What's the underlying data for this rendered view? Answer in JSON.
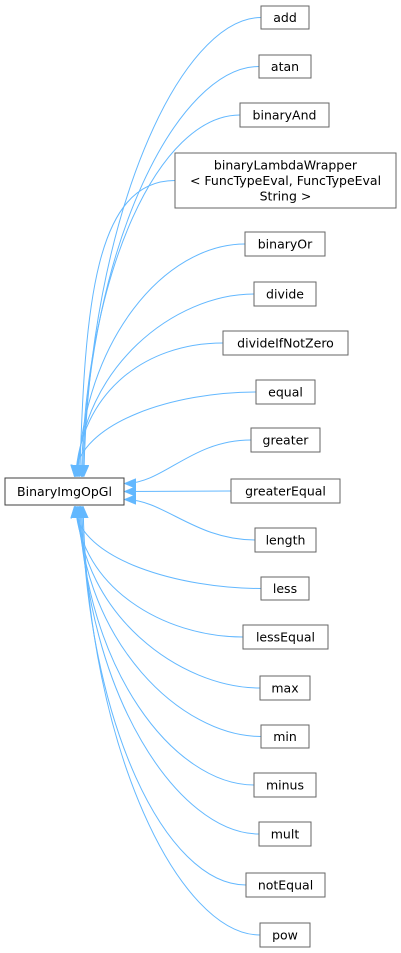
{
  "colors": {
    "edge": "#63b8ff",
    "node_border": "#666666",
    "node_fill": "#ffffff",
    "base_border": "#3f3f3f",
    "text": "#000000"
  },
  "base_class": {
    "name": "BinaryImgOpGl"
  },
  "derived_classes": [
    {
      "id": "add",
      "lines": [
        "add"
      ]
    },
    {
      "id": "atan",
      "lines": [
        "atan"
      ]
    },
    {
      "id": "binaryand",
      "lines": [
        "binaryAnd"
      ]
    },
    {
      "id": "binarylambdawrapper",
      "lines": [
        "binaryLambdaWrapper",
        "< FuncTypeEval, FuncTypeEval",
        "String >"
      ]
    },
    {
      "id": "binaryor",
      "lines": [
        "binaryOr"
      ]
    },
    {
      "id": "divide",
      "lines": [
        "divide"
      ]
    },
    {
      "id": "divideifnotzero",
      "lines": [
        "divideIfNotZero"
      ]
    },
    {
      "id": "equal",
      "lines": [
        "equal"
      ]
    },
    {
      "id": "greater",
      "lines": [
        "greater"
      ]
    },
    {
      "id": "greaterequal",
      "lines": [
        "greaterEqual"
      ]
    },
    {
      "id": "length",
      "lines": [
        "length"
      ]
    },
    {
      "id": "less",
      "lines": [
        "less"
      ]
    },
    {
      "id": "lessequal",
      "lines": [
        "lessEqual"
      ]
    },
    {
      "id": "max",
      "lines": [
        "max"
      ]
    },
    {
      "id": "min",
      "lines": [
        "min"
      ]
    },
    {
      "id": "minus",
      "lines": [
        "minus"
      ]
    },
    {
      "id": "mult",
      "lines": [
        "mult"
      ]
    },
    {
      "id": "notequal",
      "lines": [
        "notEqual"
      ]
    },
    {
      "id": "pow",
      "lines": [
        "pow"
      ]
    }
  ]
}
